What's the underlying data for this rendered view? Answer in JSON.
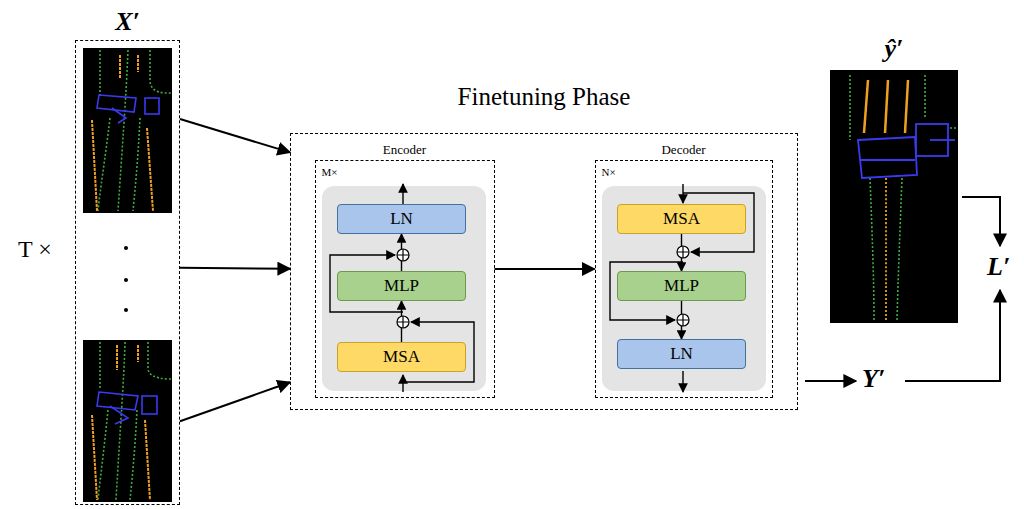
{
  "diagram": {
    "nodes": [
      {
        "text": [
          "X′"
        ]
      },
      {
        "text": [
          "Finetuning Phase"
        ]
      },
      {
        "text": [
          "Encoder",
          "M×"
        ],
        "in": 1
      },
      {
        "text": [
          "LN"
        ],
        "in": 2
      },
      {
        "text": [
          "MLP"
        ],
        "in": 2
      },
      {
        "text": [
          "MSA"
        ],
        "in": 2
      },
      {
        "text": [
          "Decoder",
          "N×"
        ],
        "in": 1
      },
      {
        "text": [
          "MSA"
        ],
        "in": 6
      },
      {
        "text": [
          "MLP"
        ],
        "in": 6
      },
      {
        "text": [
          "LN"
        ],
        "in": 6
      },
      {
        "text": [
          "ŷ′"
        ]
      }
    ],
    "edges": [
      {
        "from": 0,
        "to": 1,
        "arrow": "to"
      },
      {
        "from": 0,
        "to": 1,
        "arrow": "to"
      },
      {
        "from": 0,
        "to": 1,
        "arrow": "to"
      },
      {
        "from": 5,
        "to": 4,
        "arrow": "to"
      },
      {
        "from": 4,
        "to": 3,
        "arrow": "to"
      },
      {
        "from": 2,
        "to": 6,
        "arrow": "to"
      },
      {
        "from": 7,
        "to": 8,
        "arrow": "to"
      },
      {
        "from": 8,
        "to": 9,
        "arrow": "to"
      }
    ],
    "labels": [
      "T ×",
      "Y′",
      "L′"
    ]
  }
}
